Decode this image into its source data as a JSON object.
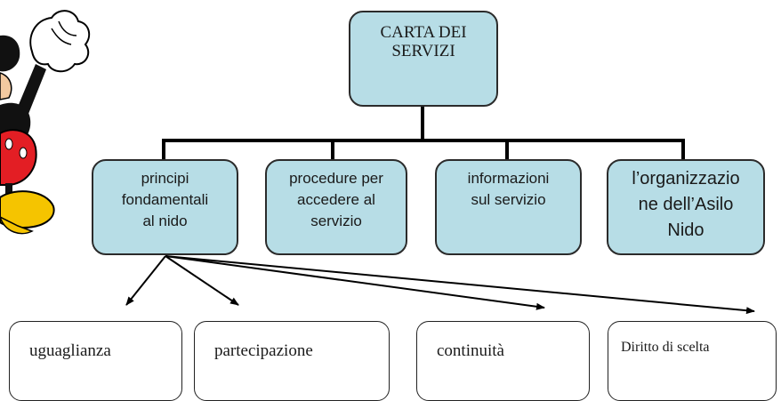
{
  "root": {
    "label": "CARTA DEI\nSERVIZI"
  },
  "categories": [
    {
      "label": "principi\nfondamentali\nal nido"
    },
    {
      "label": "procedure per\naccedere al\nservizio"
    },
    {
      "label": "informazioni\nsul servizio"
    },
    {
      "label": "l’organizzazio\nne dell’Asilo\nNido"
    }
  ],
  "principles": [
    {
      "label": "uguaglianza"
    },
    {
      "label": "partecipazione"
    },
    {
      "label": "continuità"
    },
    {
      "label": "Diritto di scelta"
    }
  ],
  "colors": {
    "box_fill": "#b7dde6",
    "box_border": "#2b2b2b",
    "connector": "#000000"
  }
}
